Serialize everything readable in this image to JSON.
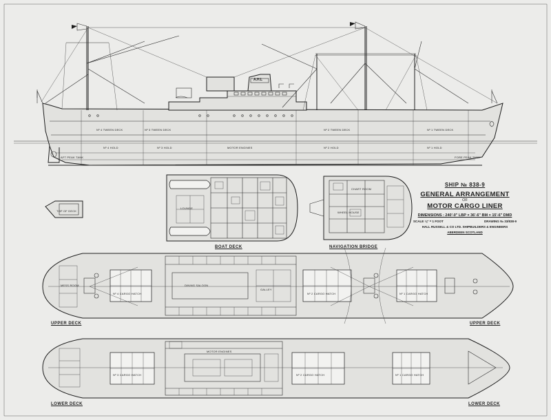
{
  "title_block": {
    "ship_number": "SHIP № 838-9",
    "line1": "GENERAL ARRANGEMENT",
    "line2": "OF",
    "line3": "MOTOR CARGO LINER",
    "dimensions": "DIMENSIONS : 240'-0\" LBP × 36'-6\" BM × 15'-6\" DMD",
    "scale": "SCALE ⅛\" = 1 FOOT",
    "drawing_no": "DRAWING № 33/838-9",
    "builder": "HALL RUSSELL & CO LTD.  SHIPBUILDERS & ENGINEERS",
    "location": "ABERDEEN   SCOTLAND"
  },
  "deck_labels": {
    "boat_deck": "BOAT DECK",
    "navigation_bridge": "NAVIGATION BRIDGE",
    "upper_deck_left": "UPPER DECK",
    "upper_deck_right": "UPPER DECK",
    "lower_deck_left": "LOWER DECK",
    "lower_deck_right": "LOWER DECK"
  },
  "funnel_mark": "A.H.L",
  "profile_labels": {
    "tween_1": "Nº 1 TWEEN DECK",
    "tween_2": "Nº 2 TWEEN DECK",
    "tween_3": "Nº 3 TWEEN DECK",
    "tween_4": "Nº 4 TWEEN DECK",
    "hold_1": "Nº 1 HOLD",
    "hold_2": "Nº 2 HOLD",
    "hold_3": "Nº 3 HOLD",
    "hold_4": "Nº 4 HOLD",
    "engine_room": "MOTOR ENGINES",
    "fore_peak": "FORE PEAK TANK",
    "aft_peak": "AFT PEAK TANK"
  },
  "plan_labels": {
    "hatch_1": "Nº 1 CARGO HATCH",
    "hatch_2": "Nº 2 CARGO HATCH",
    "hatch_3": "Nº 3 CARGO HATCH",
    "hatch_4": "Nº 4 CARGO HATCH",
    "motor_engines": "MOTOR ENGINES",
    "lounge": "LOUNGE",
    "dining": "DINING SALOON",
    "mess": "MESS ROOM",
    "galley": "GALLEY",
    "wheelhouse": "WHEEL HOUSE",
    "chart_room": "CHART ROOM",
    "top_deck": "TOP OF DECK"
  },
  "palette": {
    "paper": "#ececea",
    "ink": "#1c1c1c",
    "hatch_fill": "#d8d8d6"
  }
}
